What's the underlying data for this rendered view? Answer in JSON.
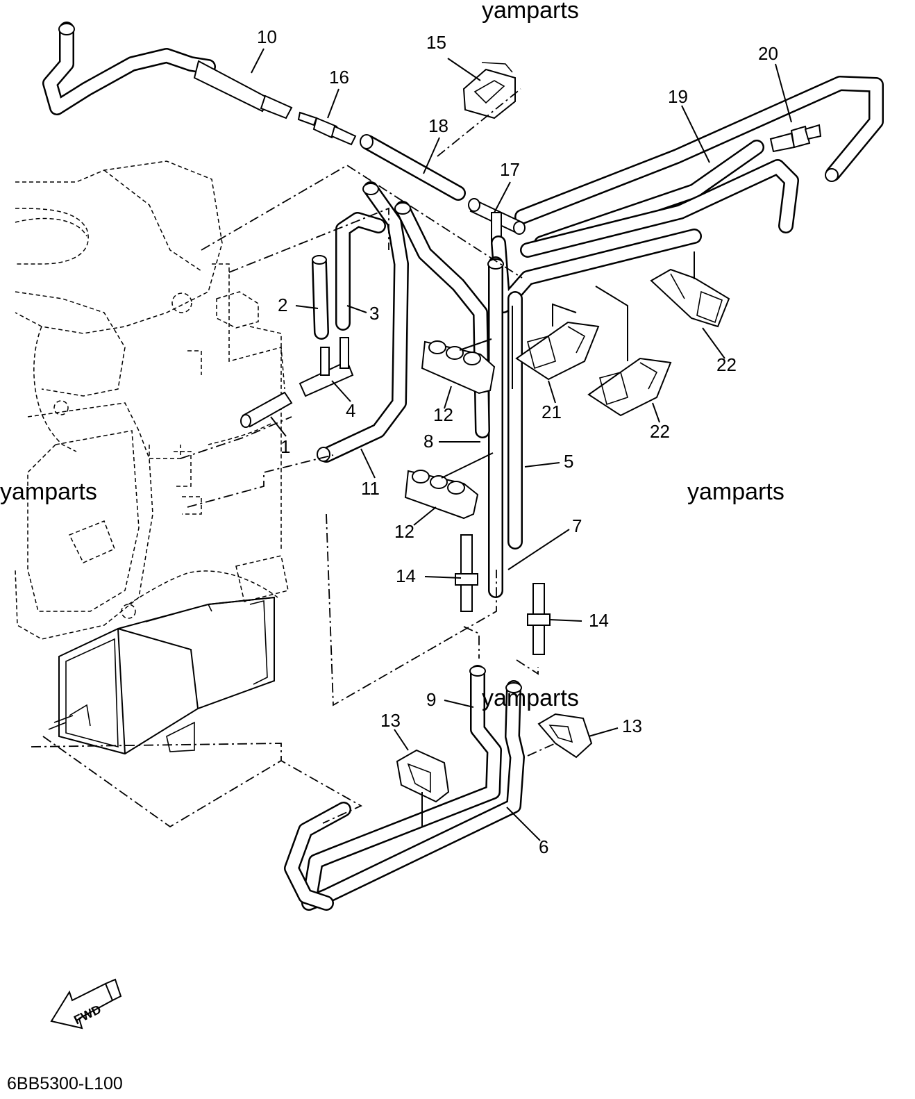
{
  "watermark": "yamparts",
  "drawing_code": "6BB5300-L100",
  "fwd_label": "FWD",
  "callouts": {
    "c1": "1",
    "c2": "2",
    "c3": "3",
    "c4": "4",
    "c5": "5",
    "c6": "6",
    "c7": "7",
    "c8": "8",
    "c9": "9",
    "c10": "10",
    "c11": "11",
    "c12a": "12",
    "c12b": "12",
    "c13a": "13",
    "c13b": "13",
    "c14a": "14",
    "c14b": "14",
    "c15": "15",
    "c16": "16",
    "c17": "17",
    "c18": "18",
    "c19": "19",
    "c20": "20",
    "c21": "21",
    "c22a": "22",
    "c22b": "22"
  }
}
